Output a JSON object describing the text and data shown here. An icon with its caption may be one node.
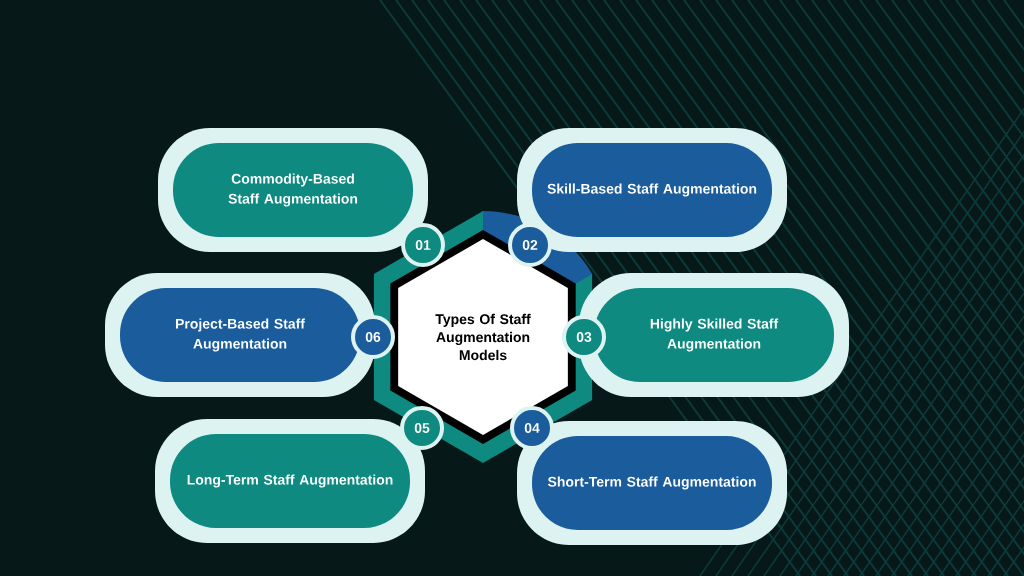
{
  "diagram": {
    "nodes": [
      {
        "text": [
          "Types Of Staff Augmentation Models"
        ]
      },
      {
        "text": [
          "Commodity-Based Staff Augmentation"
        ]
      },
      {
        "text": [
          "01"
        ]
      },
      {
        "text": [
          "Skill-Based Staff Augmentation"
        ]
      },
      {
        "text": [
          "02"
        ]
      },
      {
        "text": [
          "Project-Based Staff Augmentation"
        ]
      },
      {
        "text": [
          "06"
        ]
      },
      {
        "text": [
          "Highly Skilled Staff Augmentation"
        ]
      },
      {
        "text": [
          "03"
        ]
      },
      {
        "text": [
          "Long-Term Staff Augmentation"
        ]
      },
      {
        "text": [
          "05"
        ]
      },
      {
        "text": [
          "Short-Term Staff Augmentation"
        ]
      },
      {
        "text": [
          "04"
        ]
      }
    ]
  }
}
